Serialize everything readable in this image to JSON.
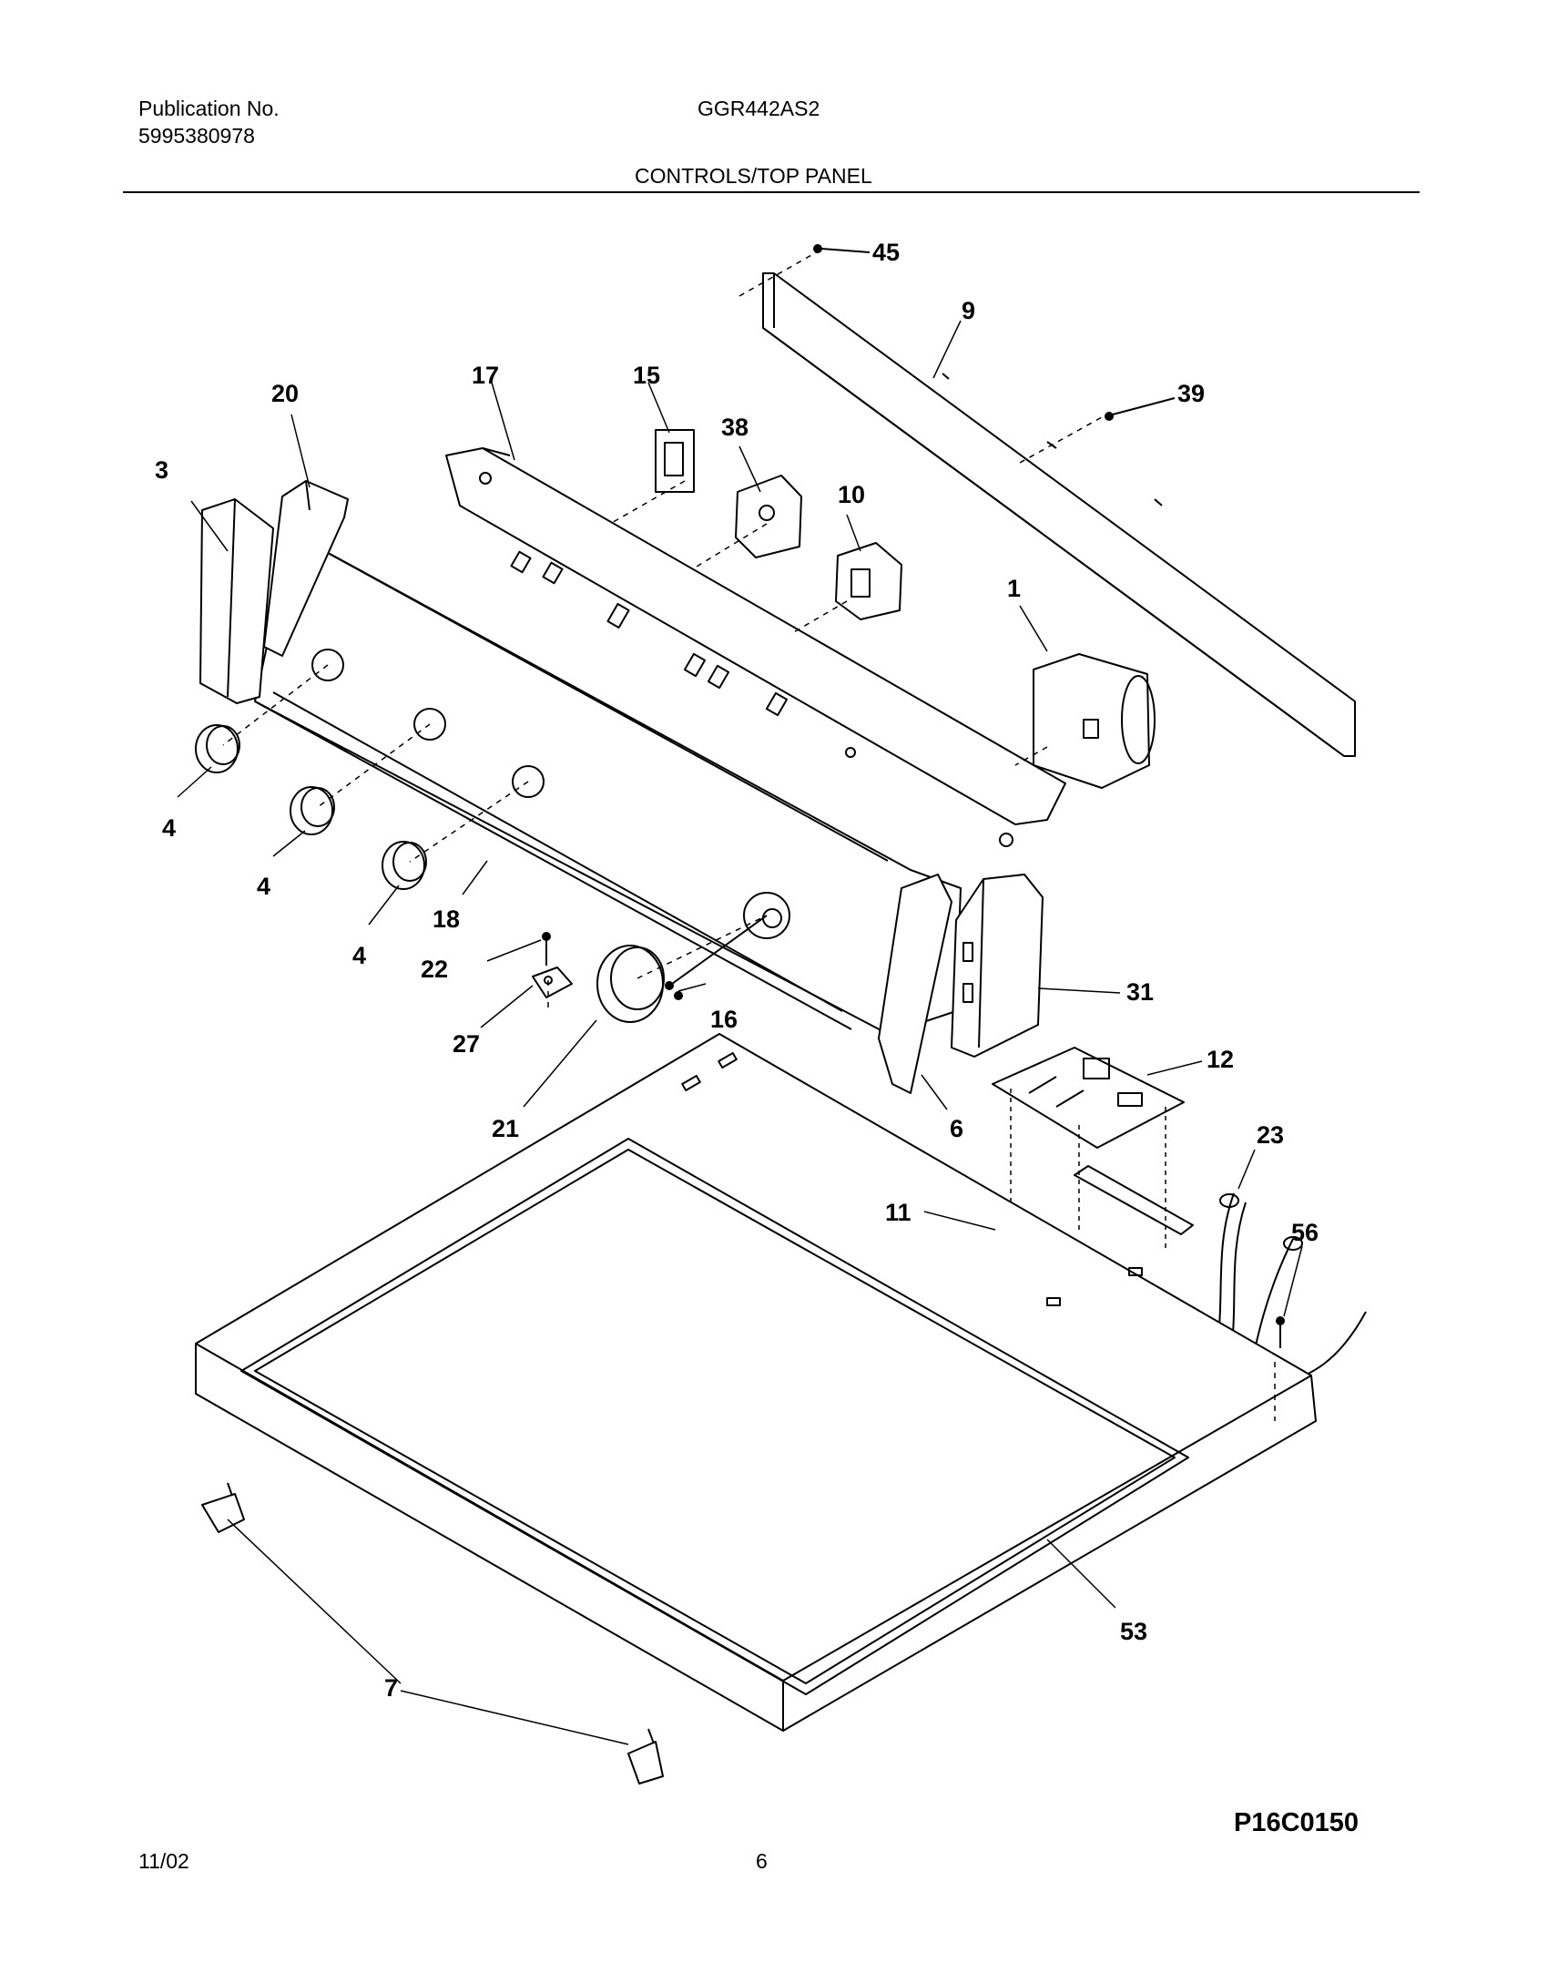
{
  "header": {
    "publication_label": "Publication No.",
    "publication_number": "5995380978",
    "model": "GGR442AS2",
    "section_title": "CONTROLS/TOP PANEL"
  },
  "callouts": [
    "45",
    "9",
    "39",
    "20",
    "17",
    "15",
    "38",
    "10",
    "3",
    "1",
    "4",
    "4",
    "4",
    "18",
    "22",
    "27",
    "16",
    "21",
    "31",
    "12",
    "6",
    "23",
    "11",
    "56",
    "53",
    "7"
  ],
  "figure_id": "P16C0150",
  "footer": {
    "date": "11/02",
    "page": "6"
  }
}
